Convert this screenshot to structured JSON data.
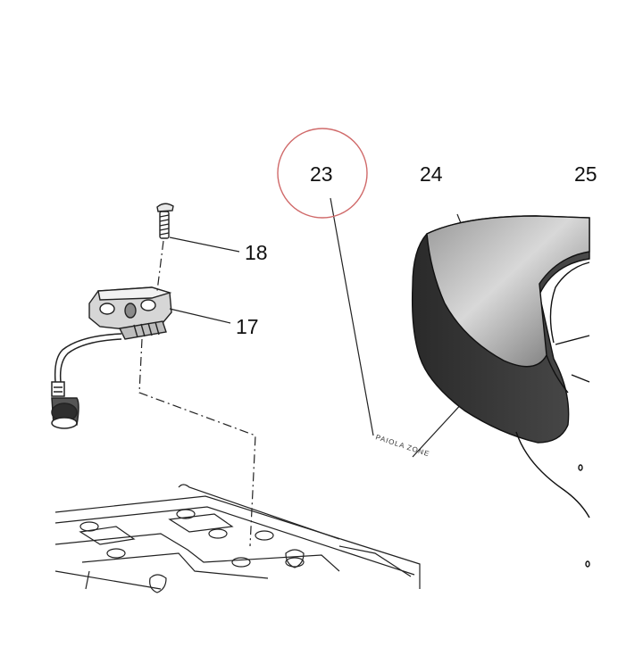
{
  "callouts": {
    "c17": "17",
    "c18": "18",
    "c23": "23",
    "c24": "24",
    "c25": "25"
  },
  "highlight": {
    "target": "23",
    "color": "#d06a6a"
  },
  "label_text": "PAIOLA ZONE"
}
